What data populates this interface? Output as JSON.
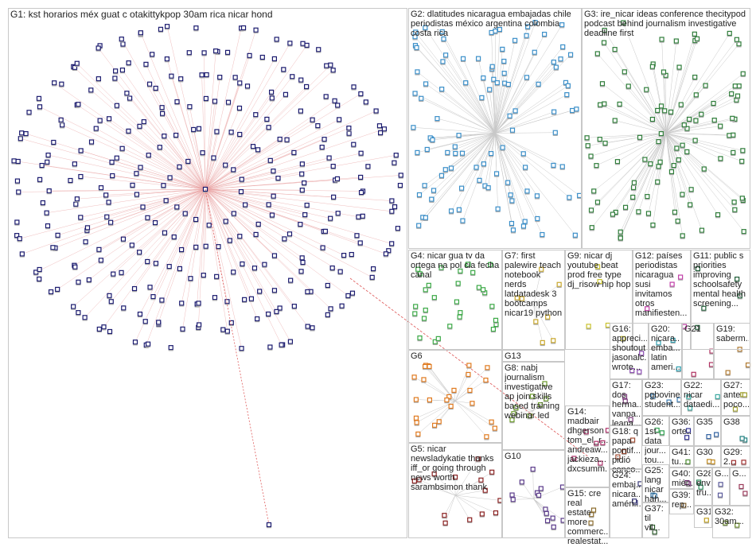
{
  "groups": [
    {
      "id": "g1",
      "label": "G1: kst horarios méx guat c otakittykpop 30am rica nicar hond",
      "color": "#1a1a6e",
      "edge": "#e8a0a0"
    },
    {
      "id": "g2",
      "label": "G2: dlatitudes nicaragua embajadas chile periodistas méxico argentina colombia costa rica",
      "color": "#3b8fc9",
      "edge": "#c8c8c8"
    },
    {
      "id": "g3",
      "label": "G3: ire_nicar ideas conference thecitypod podcast behind journalism investigative deadline first",
      "color": "#2f7d3a",
      "edge": "#c8c8c8"
    },
    {
      "id": "g4",
      "label": "G4: nicar gua tv da ortega na pol cia fecha canal",
      "color": "#3aa845",
      "edge": "#c8c8c8"
    },
    {
      "id": "g7",
      "label": "G7: first palewire teach notebook nerds latdatadesk 3 bootcamps nicar19 python",
      "color": "#c9a72c",
      "edge": "#c8c8c8"
    },
    {
      "id": "g9",
      "label": "G9: nicar dj youtube beat prod free type dj_risow hip hop",
      "color": "#c9c22c",
      "edge": "#c8c8c8"
    },
    {
      "id": "g12",
      "label": "G12: países periodistas nicaragua susi invitamos otros manifiesten...",
      "color": "#c13ea8",
      "edge": "#c8c8c8"
    },
    {
      "id": "g11",
      "label": "G11: public s priorities improving schoolsafety mental health screening...",
      "color": "#1e5c36",
      "edge": "#c8c8c8"
    },
    {
      "id": "g6",
      "label": "G6",
      "color": "#e07a1f",
      "edge": "#c8c8c8"
    },
    {
      "id": "g13",
      "label": "G13",
      "color": "#3060c0",
      "edge": "#c8c8c8"
    },
    {
      "id": "g16",
      "label": "G16: appreci... shoutout jasonalc... wrote...",
      "color": "#8a4ab0",
      "edge": "#c8c8c8"
    },
    {
      "id": "g20",
      "label": "G20: nicara... emba... latin ameri...",
      "color": "#2f9fb0",
      "edge": "#c8c8c8"
    },
    {
      "id": "g21",
      "label": "G21",
      "color": "#b03060",
      "edge": "#c8c8c8"
    },
    {
      "id": "g19",
      "label": "G19: saberm...",
      "color": "#b07a30",
      "edge": "#c8c8c8"
    },
    {
      "id": "g8",
      "label": "G8: nabj journalism investigative ap join skills based training webinar led",
      "color": "#6a9a2a",
      "edge": "#c8c8c8"
    },
    {
      "id": "g17",
      "label": "G17: dos herma... vanpa... leana...",
      "color": "#7a3a7a",
      "edge": "#c8c8c8"
    },
    {
      "id": "g23",
      "label": "G23: pgbovine student...",
      "color": "#3a7ab0",
      "edge": "#c8c8c8"
    },
    {
      "id": "g22",
      "label": "G22: nicar dataedi...",
      "color": "#3aa8a0",
      "edge": "#c8c8c8"
    },
    {
      "id": "g27",
      "label": "G27: ante poco...",
      "color": "#a0a030",
      "edge": "#c8c8c8"
    },
    {
      "id": "g14",
      "label": "G14: madbair dhgerson tom_el_r... andreaw... jackieza... dxcsumm...",
      "color": "#b0306a",
      "edge": "#c8c8c8"
    },
    {
      "id": "g26",
      "label": "G26: 1st data jour... tou...",
      "color": "#30a050",
      "edge": "#c8c8c8"
    },
    {
      "id": "g36",
      "label": "G36: orte...",
      "color": "#303090",
      "edge": "#c8c8c8"
    },
    {
      "id": "g35",
      "label": "G35",
      "color": "#3060a0",
      "edge": "#c8c8c8"
    },
    {
      "id": "g38",
      "label": "G38",
      "color": "#208080",
      "edge": "#c8c8c8"
    },
    {
      "id": "g18",
      "label": "G18: q papa pontif... pidió conco...",
      "color": "#a04a30",
      "edge": "#c8c8c8"
    },
    {
      "id": "g41",
      "label": "G41: tu...",
      "color": "#4a8a30",
      "edge": "#c8c8c8"
    },
    {
      "id": "g30",
      "label": "G30",
      "color": "#c08a20",
      "edge": "#c8c8c8"
    },
    {
      "id": "g29",
      "label": "G29: 2...",
      "color": "#a03030",
      "edge": "#c8c8c8"
    },
    {
      "id": "g5",
      "label": "G5: nicar newsladykatie thanks iff_or going through news worth sarambsimon thank",
      "color": "#8a2020",
      "edge": "#c8c8c8"
    },
    {
      "id": "g10",
      "label": "G10",
      "color": "#5a3a8a",
      "edge": "#c8c8c8"
    },
    {
      "id": "g15",
      "label": "G15: cre real estate more commerc... realestat...",
      "color": "#8a6a2a",
      "edge": "#c8c8c8"
    },
    {
      "id": "g25",
      "label": "G25: lang nicar hah...",
      "color": "#2a6a9a",
      "edge": "#c8c8c8"
    },
    {
      "id": "g40",
      "label": "G40: miér...",
      "color": "#6a2a6a",
      "edge": "#c8c8c8"
    },
    {
      "id": "g28",
      "label": "G28: env... tru...",
      "color": "#2a8a5a",
      "edge": "#c8c8c8"
    },
    {
      "id": "g33",
      "label": "G...",
      "color": "#5a5a9a",
      "edge": "#c8c8c8"
    },
    {
      "id": "g34",
      "label": "G...",
      "color": "#9a3a5a",
      "edge": "#c8c8c8"
    },
    {
      "id": "g37",
      "label": "G37: til vil...",
      "color": "#2a5a2a",
      "edge": "#c8c8c8"
    },
    {
      "id": "g39",
      "label": "G39: rep...",
      "color": "#7a5a2a",
      "edge": "#c8c8c8"
    },
    {
      "id": "g24",
      "label": "G24: embaj... nicara... améri...",
      "color": "#3a3a7a",
      "edge": "#c8c8c8"
    },
    {
      "id": "g31",
      "label": "G31",
      "color": "#c0a020",
      "edge": "#c8c8c8"
    },
    {
      "id": "g32",
      "label": "G32: 30am...",
      "color": "#6a8a2a",
      "edge": "#c8c8c8"
    }
  ]
}
